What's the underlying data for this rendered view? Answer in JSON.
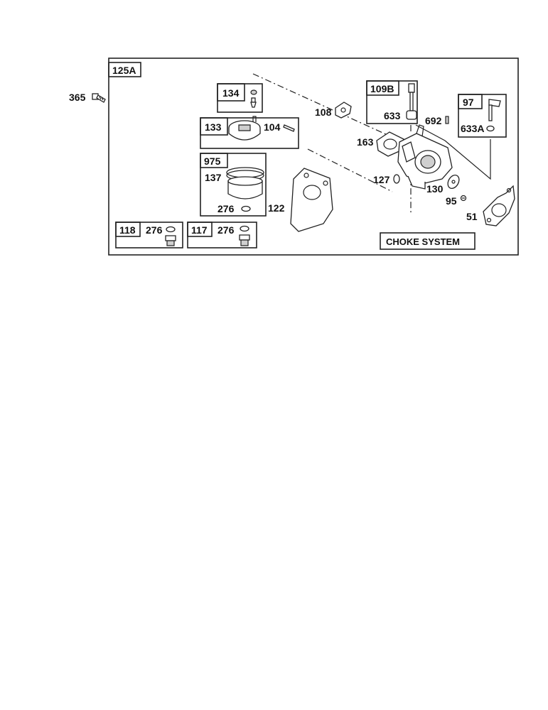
{
  "labels": {
    "assembly": "125A",
    "bolt": "365",
    "needle_box": "134",
    "float_box": "133",
    "float_pin": "104",
    "bowl_kit_box": "975",
    "bowl": "137",
    "bowl_washer": "276",
    "gasket": "122",
    "plug_box_a": "118",
    "plug_a_washer": "276",
    "plug_box_b": "117",
    "plug_b_washer": "276",
    "spring": "108",
    "throttle_box": "109B",
    "throttle_seal": "633",
    "choke_box": "97",
    "choke_seal": "633A",
    "stud": "692",
    "carb_gasket": "163",
    "oring": "127",
    "choke_plate": "130",
    "screw": "95",
    "intake_gasket": "51"
  },
  "choke_system": "CHOKE SYSTEM"
}
